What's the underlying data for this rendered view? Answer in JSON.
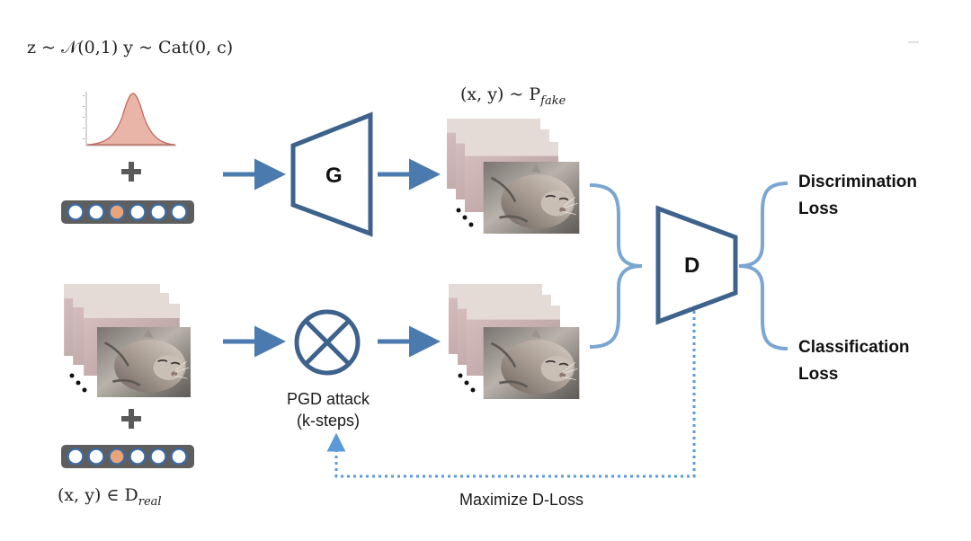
{
  "equations": {
    "prior": "z ~ 𝒩(0,1)   y ~ Cat(0, c)",
    "fake_dist_pre": "(x, y) ~ P",
    "fake_dist_sub": "fake",
    "real_dist_pre": "(x, y) ∈ D",
    "real_dist_sub": "real"
  },
  "blocks": {
    "generator_label": "G",
    "discriminator_label": "D",
    "pgd_label_line1": "PGD attack",
    "pgd_label_line2": "(k-steps)",
    "plus_symbol": "+"
  },
  "outputs": {
    "loss1_line1": "Discrimination",
    "loss1_line2": "Loss",
    "loss2_line1": "Classification",
    "loss2_line2": "Loss"
  },
  "feedback": {
    "label": "Maximize D-Loss"
  },
  "label_vector": {
    "slots": 6,
    "highlighted_index": 2
  },
  "colors": {
    "accent_blue": "#4a7aae",
    "dark_blue": "#3d628c",
    "bracket_blue": "#7ba6d2",
    "dotted_blue": "#5b9ad6",
    "highlight_orange": "#e9a578",
    "gaussian_fill": "#e8b5a8",
    "gaussian_stroke": "#c2655a",
    "plus_gray": "#5a5a5a"
  }
}
